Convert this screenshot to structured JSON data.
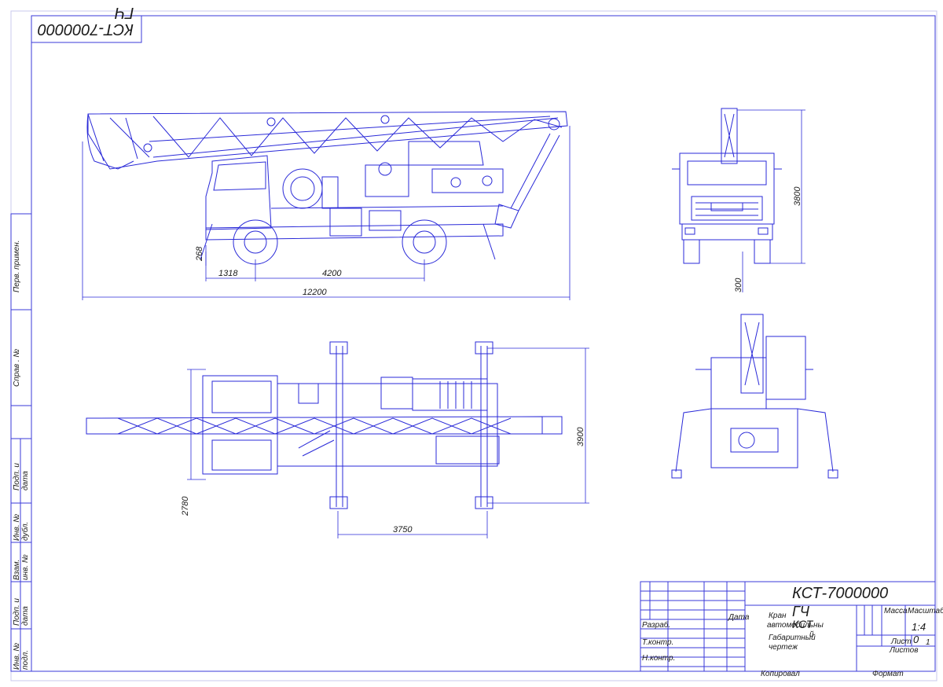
{
  "stamp": {
    "code": "КСТ-7000000",
    "suffix": "ГЧ"
  },
  "side_strip": [
    "Перв. примен.",
    "Справ . №",
    "Подп. и дата",
    "Инв. № дубл.",
    "Взам. инв. №",
    "Подп. и дата",
    "Инв. № подл."
  ],
  "dimensions": {
    "side_view": {
      "height_268": "268",
      "len_1318": "1318",
      "len_4200": "4200",
      "total_12200": "12200"
    },
    "front_view": {
      "height_3800": "3800",
      "clearance_300": "300"
    },
    "top_view": {
      "width_3900": "3900",
      "width_2780": "2780",
      "base_3750": "3750"
    }
  },
  "title_block": {
    "code": "КСТ-7000000",
    "suffix": "ГЧ",
    "suffix2": "КСТ",
    "name_line1": "Кран",
    "name_line2": "автомобильны",
    "name_line3": "й",
    "name_line4": "Габаритный",
    "name_line5": "чертеж",
    "col_data": "Дата",
    "row_razrab": "Разраб.",
    "row_tkontr": "Т.контр.",
    "row_nkontr": "Н.контр.",
    "massa": "Масса",
    "masshtab": "Масштаб",
    "scale": "1:4",
    "list": "Лист",
    "list_no": "0",
    "listov": "Листов",
    "listov_no": "1",
    "kopiroval": "Копировал",
    "format": "Формат"
  }
}
